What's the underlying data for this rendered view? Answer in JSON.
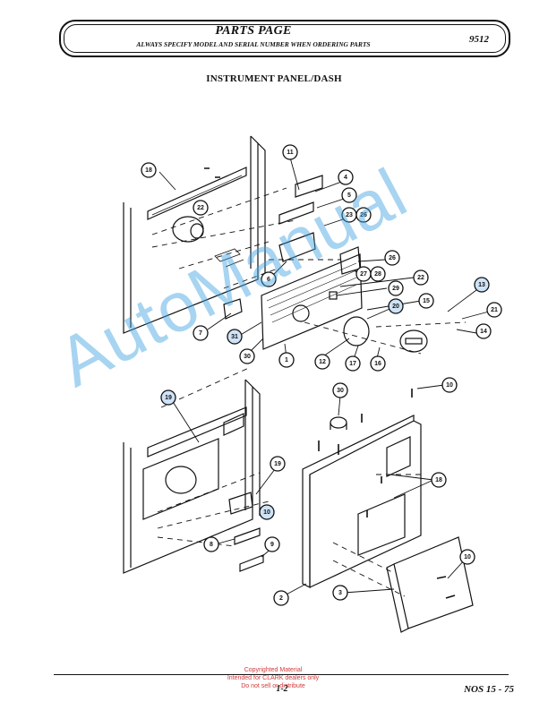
{
  "header": {
    "title": "PARTS PAGE",
    "subtitle": "ALWAYS SPECIFY MODEL AND SERIAL NUMBER WHEN ORDERING PARTS",
    "code": "9512"
  },
  "section_title": "INSTRUMENT PANEL/DASH",
  "callouts": [
    "18",
    "11",
    "4",
    "5",
    "22",
    "23",
    "26",
    "6",
    "26",
    "27",
    "28",
    "22",
    "29",
    "13",
    "15",
    "20",
    "21",
    "7",
    "31",
    "30",
    "1",
    "12",
    "17",
    "16",
    "14",
    "19",
    "10",
    "30",
    "19",
    "10",
    "18",
    "8",
    "9",
    "10",
    "2",
    "3"
  ],
  "watermark": "AutoManual",
  "copyright": {
    "line1": "Copyrighted Material",
    "line2": "Intended for CLARK dealers only",
    "line3": "Do not sell or distribute"
  },
  "footer": {
    "page": "1-2",
    "code": "NOS 15 - 75"
  }
}
